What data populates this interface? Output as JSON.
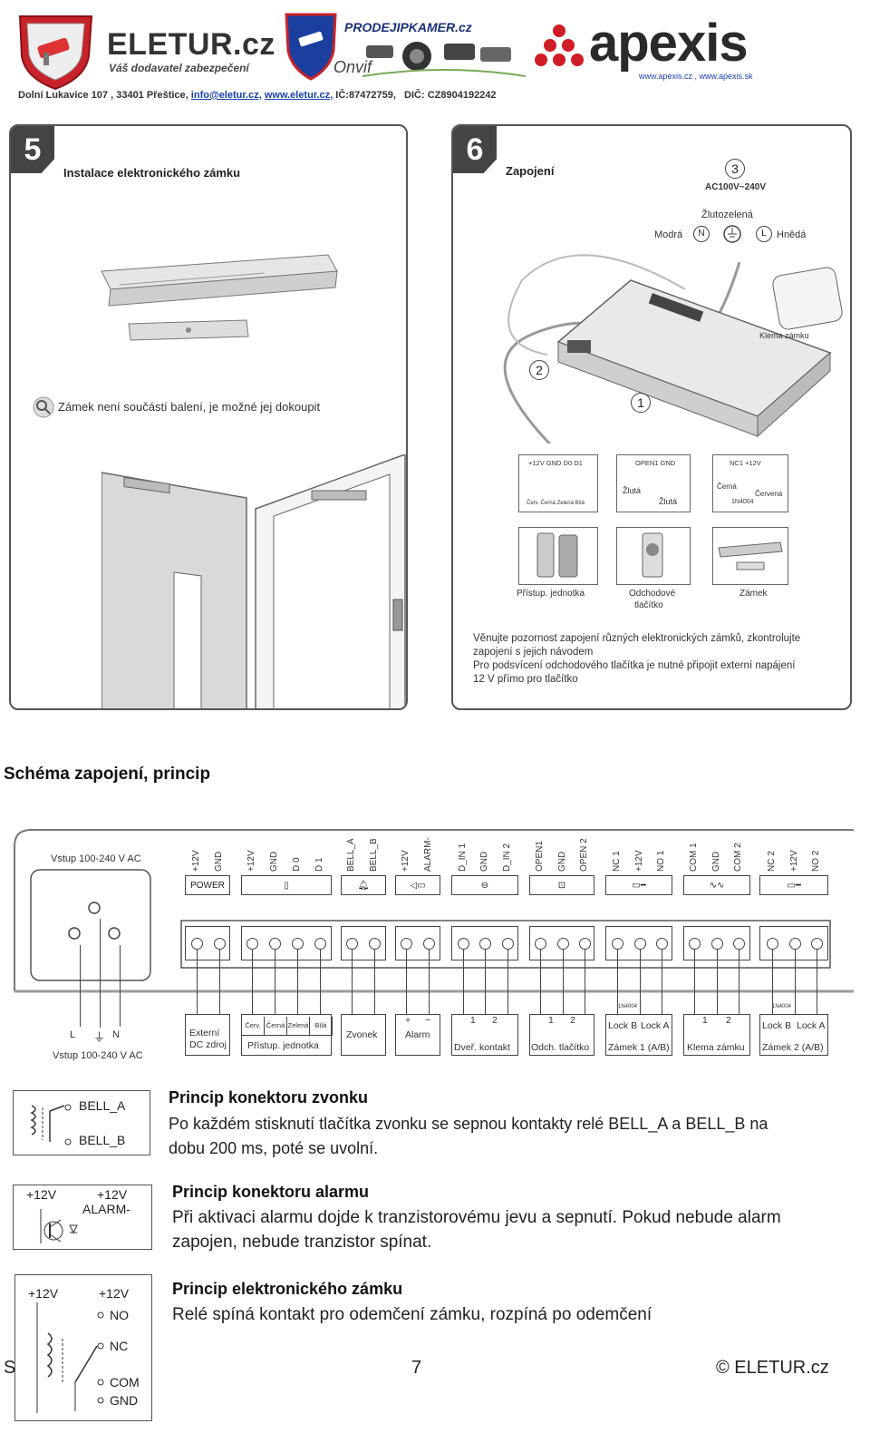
{
  "header": {
    "eletur_brand": "ELETUR.cz",
    "eletur_tagline": "Váš dodavatel zabezpečení",
    "prodejipkamer_brand": "PRODEJIPKAMER.cz",
    "onvif_label": "Onvif",
    "apexis_brand": "apexis",
    "apexis_urls": "www.apexis.cz , www.apexis.sk",
    "address": "Dolní Lukavice 107 , 33401 Přeštice,",
    "email": "info@eletur.cz,",
    "web": "www.eletur.cz,",
    "ico": "IČ:87472759,",
    "dic": "DIČ: CZ8904192242"
  },
  "panel5": {
    "number": "5",
    "title": "Instalace elektronického zámku",
    "note": "Zámek není součástí balení, je možné jej dokoupit"
  },
  "panel6": {
    "number": "6",
    "title": "Zapojení",
    "circle3": "3",
    "voltage": "AC100V~240V",
    "zlutozelena": "Žlutozelená",
    "modra": "Modrá",
    "hneda": "Hnědá",
    "n": "N",
    "l": "L",
    "circle2": "2",
    "circle1": "1",
    "klema_zamku": "Klema zámku",
    "conn1_pins": "+12V GND D0 D1",
    "conn1_wires": "Červ. Černá Zelená Bílá",
    "conn2_pins": "OPEN1 GND",
    "zluta1": "Žlutá",
    "zluta2": "Žlutá",
    "conn3_pins": "NC1 +12V",
    "cerna": "Černá",
    "cervena": "Červená",
    "diode": "1N4004",
    "dev1": "Přístup. jednotka",
    "dev2_line1": "Odchodové",
    "dev2_line2": "tlačítko",
    "dev3": "Zámek",
    "note1": "Věnujte pozornost zapojení různých elektronických zámků, zkontrolujte",
    "note2": "zapojení s jejich návodem",
    "note3": "Pro podsvícení odchodového tlačítka je nutné připojit externí napájení",
    "note4": "12 V přímo pro tlačítko"
  },
  "schema": {
    "title": "Schéma zapojení, princip",
    "input_top": "Vstup 100-240 V AC",
    "input_bottom": "Vstup 100-240 V AC",
    "l": "L",
    "n": "N",
    "terminals": [
      "+12V",
      "GND",
      "+12V",
      "GND",
      "D 0",
      "D 1",
      "BELL_A",
      "BELL_B",
      "+12V",
      "ALARM-",
      "D_IN 1",
      "GND",
      "D_IN 2",
      "OPEN1",
      "GND",
      "OPEN 2",
      "NC 1",
      "+12V",
      "NO 1",
      "COM 1",
      "GND",
      "COM 2",
      "NC 2",
      "+12V",
      "NO 2"
    ],
    "power_label": "POWER",
    "devices": {
      "ext_dc_1": "Externí",
      "ext_dc_2": "DC zdroj",
      "pristup_wires": [
        "Červ.",
        "Černá",
        "Zelená",
        "Bílá"
      ],
      "pristup": "Přístup. jednotka",
      "zvonek": "Zvonek",
      "alarm_plus": "+",
      "alarm_minus": "−",
      "alarm": "Alarm",
      "dver_1": "1",
      "dver_2": "2",
      "dver": "Dveř. kontakt",
      "odch_1": "1",
      "odch_2": "2",
      "odch": "Odch. tlačítko",
      "lockb1": "Lock B",
      "locka1": "Lock A",
      "zamek1": "Zámek 1 (A/B)",
      "klema_1": "1",
      "klema_2": "2",
      "klema": "Klema zámku",
      "lockb2": "Lock B",
      "locka2": "Lock A",
      "zamek2": "Zámek 2 (A/B)",
      "diode": "1N4004"
    }
  },
  "principles": {
    "bell_a": "BELL_A",
    "bell_b": "BELL_B",
    "bell_title": "Princip konektoru zvonku",
    "bell_text1": "Po každém stisknutí tlačítka zvonku se sepnou kontakty relé BELL_A a BELL_B na",
    "bell_text2": "dobu 200 ms, poté se uvolní.",
    "alarm_p12a": "+12V",
    "alarm_p12b": "+12V",
    "alarm_label": "ALARM-",
    "alarm_title": "Princip konektoru alarmu",
    "alarm_text1": "Při aktivaci alarmu dojde k tranzistorovému jevu a sepnutí. Pokud nebude alarm",
    "alarm_text2": "zapojen, nebude tranzistor spínat.",
    "lock_p12a": "+12V",
    "lock_p12b": "+12V",
    "lock_no": "NO",
    "lock_nc": "NC",
    "lock_com": "COM",
    "lock_gnd": "GND",
    "lock_title": "Princip elektronického zámku",
    "lock_text": "Relé spíná kontakt pro odemčení zámku, rozpíná po odemčení"
  },
  "footer": {
    "left": "S",
    "page": "7",
    "copyright": "© ELETUR.cz"
  }
}
